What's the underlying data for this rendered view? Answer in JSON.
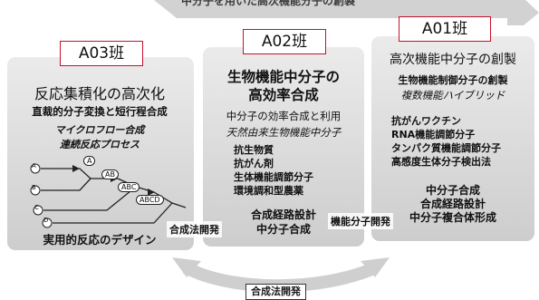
{
  "header": {
    "title": "中分子を用いた高次機能分子の創製"
  },
  "a03": {
    "tab": "A03班",
    "title": "反応集積化の高次化",
    "subtitle": "直裁的分子変換と短行程合成",
    "italic1": "マイクロフロー合成",
    "italic2": "連続反応プロセス",
    "design": "実用的反応のデザイン",
    "flow_nodes": [
      "A",
      "B",
      "C",
      "D"
    ],
    "flow_chips": [
      "A",
      "AB",
      "ABC",
      "ABCD"
    ]
  },
  "a02": {
    "tab": "A02班",
    "title_line1": "生物機能中分子の",
    "title_line2": "高効率合成",
    "subtitle": "中分子の効率合成と利用",
    "italic": "天然由来生物機能中分子",
    "items": [
      "抗生物質",
      "抗がん剤",
      "生体機能調節分子",
      "環境調和型農薬"
    ],
    "bottom_line1": "合成経路設計",
    "bottom_line2": "中分子合成"
  },
  "a01": {
    "tab": "A01班",
    "title": "高次機能中分子の創製",
    "subtitle": "生物機能制御分子の創製",
    "italic": "複数機能ハイブリッド",
    "items": [
      "抗がんワクチン",
      "RNA機能調節分子",
      "タンパク質機能調節分子",
      "高感度生体分子検出法"
    ],
    "bottom": [
      "中分子合成",
      "合成経路設計",
      "中分子複合体形成"
    ]
  },
  "connectors": {
    "a03_a02": "合成法開発",
    "a02_a01": "機能分子開発",
    "bottom": "合成法開発"
  },
  "colors": {
    "tab_border": "#c8102e",
    "panel": "#d6d6d6",
    "arrow": "#c9c9c9"
  }
}
